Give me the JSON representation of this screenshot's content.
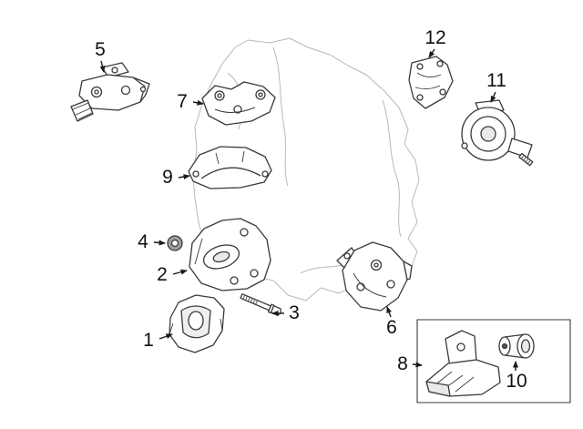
{
  "diagram": {
    "background_color": "#ffffff",
    "line_color": "#3a3a3a",
    "faint_line_color": "#b8b8b8",
    "callouts": [
      {
        "label": "1"
      },
      {
        "label": "2"
      },
      {
        "label": "3"
      },
      {
        "label": "4"
      },
      {
        "label": "5"
      },
      {
        "label": "6"
      },
      {
        "label": "7"
      },
      {
        "label": "8"
      },
      {
        "label": "9"
      },
      {
        "label": "10"
      },
      {
        "label": "11"
      },
      {
        "label": "12"
      }
    ]
  }
}
